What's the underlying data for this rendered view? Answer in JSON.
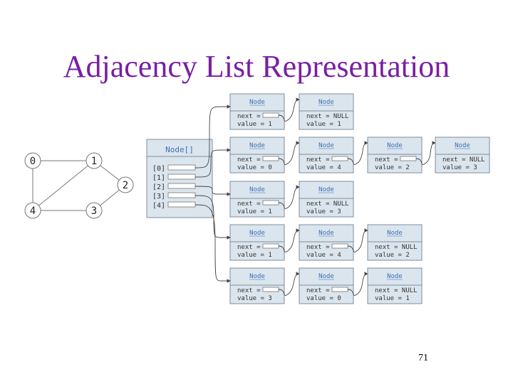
{
  "title": "Adjacency List Representation",
  "page_number": "71",
  "graph": {
    "vertices": [
      "0",
      "1",
      "2",
      "3",
      "4"
    ],
    "edges": [
      [
        "0",
        "1"
      ],
      [
        "0",
        "4"
      ],
      [
        "1",
        "4"
      ],
      [
        "1",
        "2"
      ],
      [
        "2",
        "3"
      ],
      [
        "3",
        "4"
      ]
    ]
  },
  "array_box": {
    "title": "Node[]",
    "slots": [
      "[0]",
      "[1]",
      "[2]",
      "[3]",
      "[4]"
    ]
  },
  "node_header": "Node",
  "null_text": "NULL",
  "lists": [
    [
      {
        "next": "",
        "value": "1"
      },
      {
        "next": "NULL",
        "value": "1"
      }
    ],
    [
      {
        "next": "",
        "value": "0"
      },
      {
        "next": "",
        "value": "4"
      },
      {
        "next": "",
        "value": "2"
      },
      {
        "next": "NULL",
        "value": "3"
      }
    ],
    [
      {
        "next": "",
        "value": "1"
      },
      {
        "next": "NULL",
        "value": "3"
      }
    ],
    [
      {
        "next": "",
        "value": "1"
      },
      {
        "next": "",
        "value": "4"
      },
      {
        "next": "NULL",
        "value": "2"
      }
    ],
    [
      {
        "next": "",
        "value": "3"
      },
      {
        "next": "",
        "value": "0"
      },
      {
        "next": "NULL",
        "value": "1"
      }
    ]
  ],
  "colors": {
    "title": "#7a1fa2",
    "box_fill": "#dbe5ee",
    "box_stroke": "#7f8d99",
    "header_text": "#3c6fb4",
    "field_text": "#333333",
    "pointer": "#444444"
  }
}
